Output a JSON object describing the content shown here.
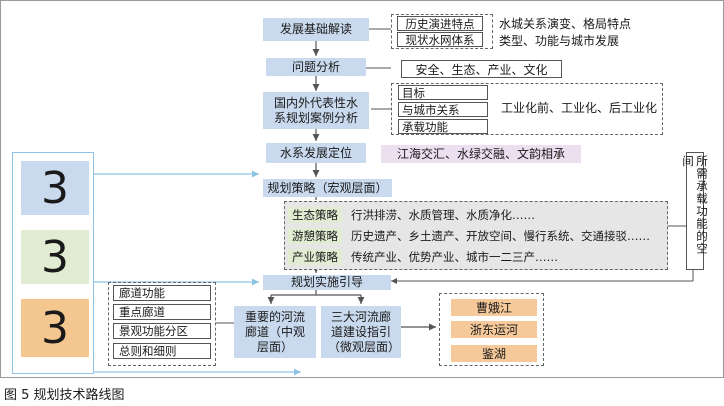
{
  "legend": {
    "item1": "3",
    "item2": "3",
    "item3": "3",
    "colors": {
      "item1": "#c9d9ee",
      "item2": "#e2ecd3",
      "item3": "#f4c690"
    }
  },
  "steps": {
    "basis": "发展基础解读",
    "problem": "问题分析",
    "cases": "国内外代表性水系规划案例分析",
    "positioning": "水系发展定位",
    "strategy": "规划策略（宏观层面）",
    "guidance": "规划实施引导",
    "river_corridor": "重要的河流 廊道（中观层面）",
    "three_corridors": "三大河流廊道建设指引（微观层面）"
  },
  "basis_items": [
    "历史演进特点",
    "现状水网体系"
  ],
  "basis_notes": [
    "水城关系演变、格局特点",
    "类型、功能与城市发展"
  ],
  "problem_note": "安全、生态、产业、文化",
  "case_items": [
    "目标",
    "与城市关系",
    "承载功能"
  ],
  "case_note": "工业化前、工业化、后工业化",
  "positioning_note": "江海交汇、水绿交融、文韵相承",
  "strategies": [
    {
      "tag": "生态策略",
      "text": "行洪排涝、水质管理、水质净化……"
    },
    {
      "tag": "游憩策略",
      "text": "历史遗产、乡土遗产、开放空间、慢行系统、交通接驳……"
    },
    {
      "tag": "产业策略",
      "text": "传统产业、优势产业、城市一二三产……"
    }
  ],
  "side_label": "所需承载功能的空间",
  "corridor_items": [
    "廊道功能",
    "重点廊道",
    "景观功能分区",
    "总则和细则"
  ],
  "rivers": [
    "曹娥江",
    "浙东运河",
    "鉴湖"
  ],
  "caption": "图 5  规划技术路线图"
}
